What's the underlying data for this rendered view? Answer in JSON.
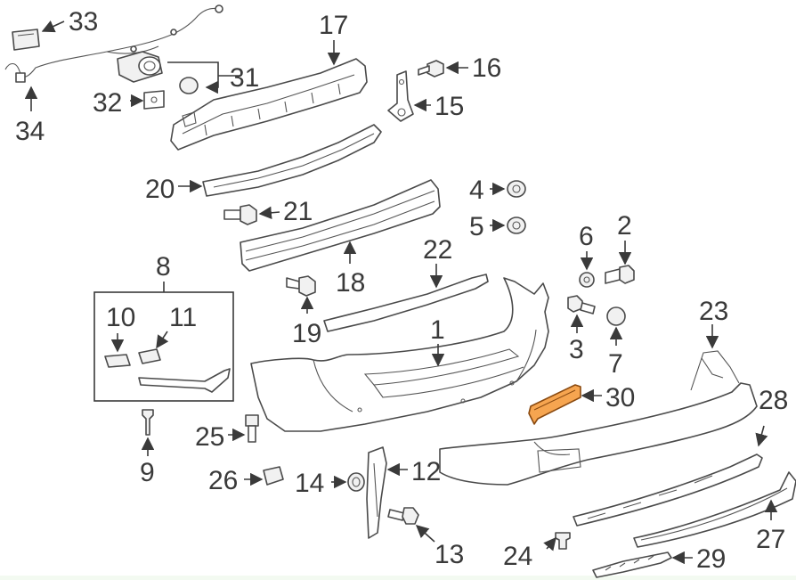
{
  "callouts": {
    "c1": "1",
    "c2": "2",
    "c3": "3",
    "c4": "4",
    "c5": "5",
    "c6": "6",
    "c7": "7",
    "c8": "8",
    "c9": "9",
    "c10": "10",
    "c11": "11",
    "c12": "12",
    "c13": "13",
    "c14": "14",
    "c15": "15",
    "c16": "16",
    "c17": "17",
    "c18": "18",
    "c19": "19",
    "c20": "20",
    "c21": "21",
    "c22": "22",
    "c23": "23",
    "c24": "24",
    "c25": "25",
    "c26": "26",
    "c27": "27",
    "c28": "28",
    "c29": "29",
    "c30": "30",
    "c31": "31",
    "c32": "32",
    "c33": "33",
    "c34": "34"
  },
  "colors": {
    "highlight_part": "#f6a550",
    "line": "#3a3a3a",
    "background": "#ffffff"
  },
  "highlighted_callout": "30"
}
